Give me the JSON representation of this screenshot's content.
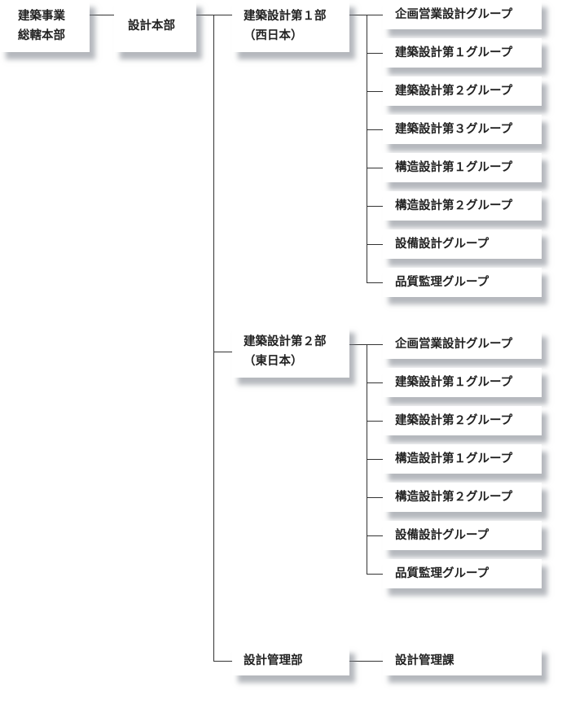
{
  "root": {
    "line1": "建築事業",
    "line2": "総轄本部"
  },
  "hq": {
    "label": "設計本部"
  },
  "dept1": {
    "line1": "建築設計第１部",
    "line2": "（西日本）",
    "groups": [
      "企画営業設計グループ",
      "建築設計第１グループ",
      "建築設計第２グループ",
      "建築設計第３グループ",
      "構造設計第１グループ",
      "構造設計第２グループ",
      "設備設計グループ",
      "品質監理グループ"
    ]
  },
  "dept2": {
    "line1": "建築設計第２部",
    "line2": "（東日本）",
    "groups": [
      "企画営業設計グループ",
      "建築設計第１グループ",
      "建築設計第２グループ",
      "構造設計第１グループ",
      "構造設計第２グループ",
      "設備設計グループ",
      "品質監理グループ"
    ]
  },
  "dept3": {
    "label": "設計管理部",
    "groups": [
      "設計管理課"
    ]
  }
}
